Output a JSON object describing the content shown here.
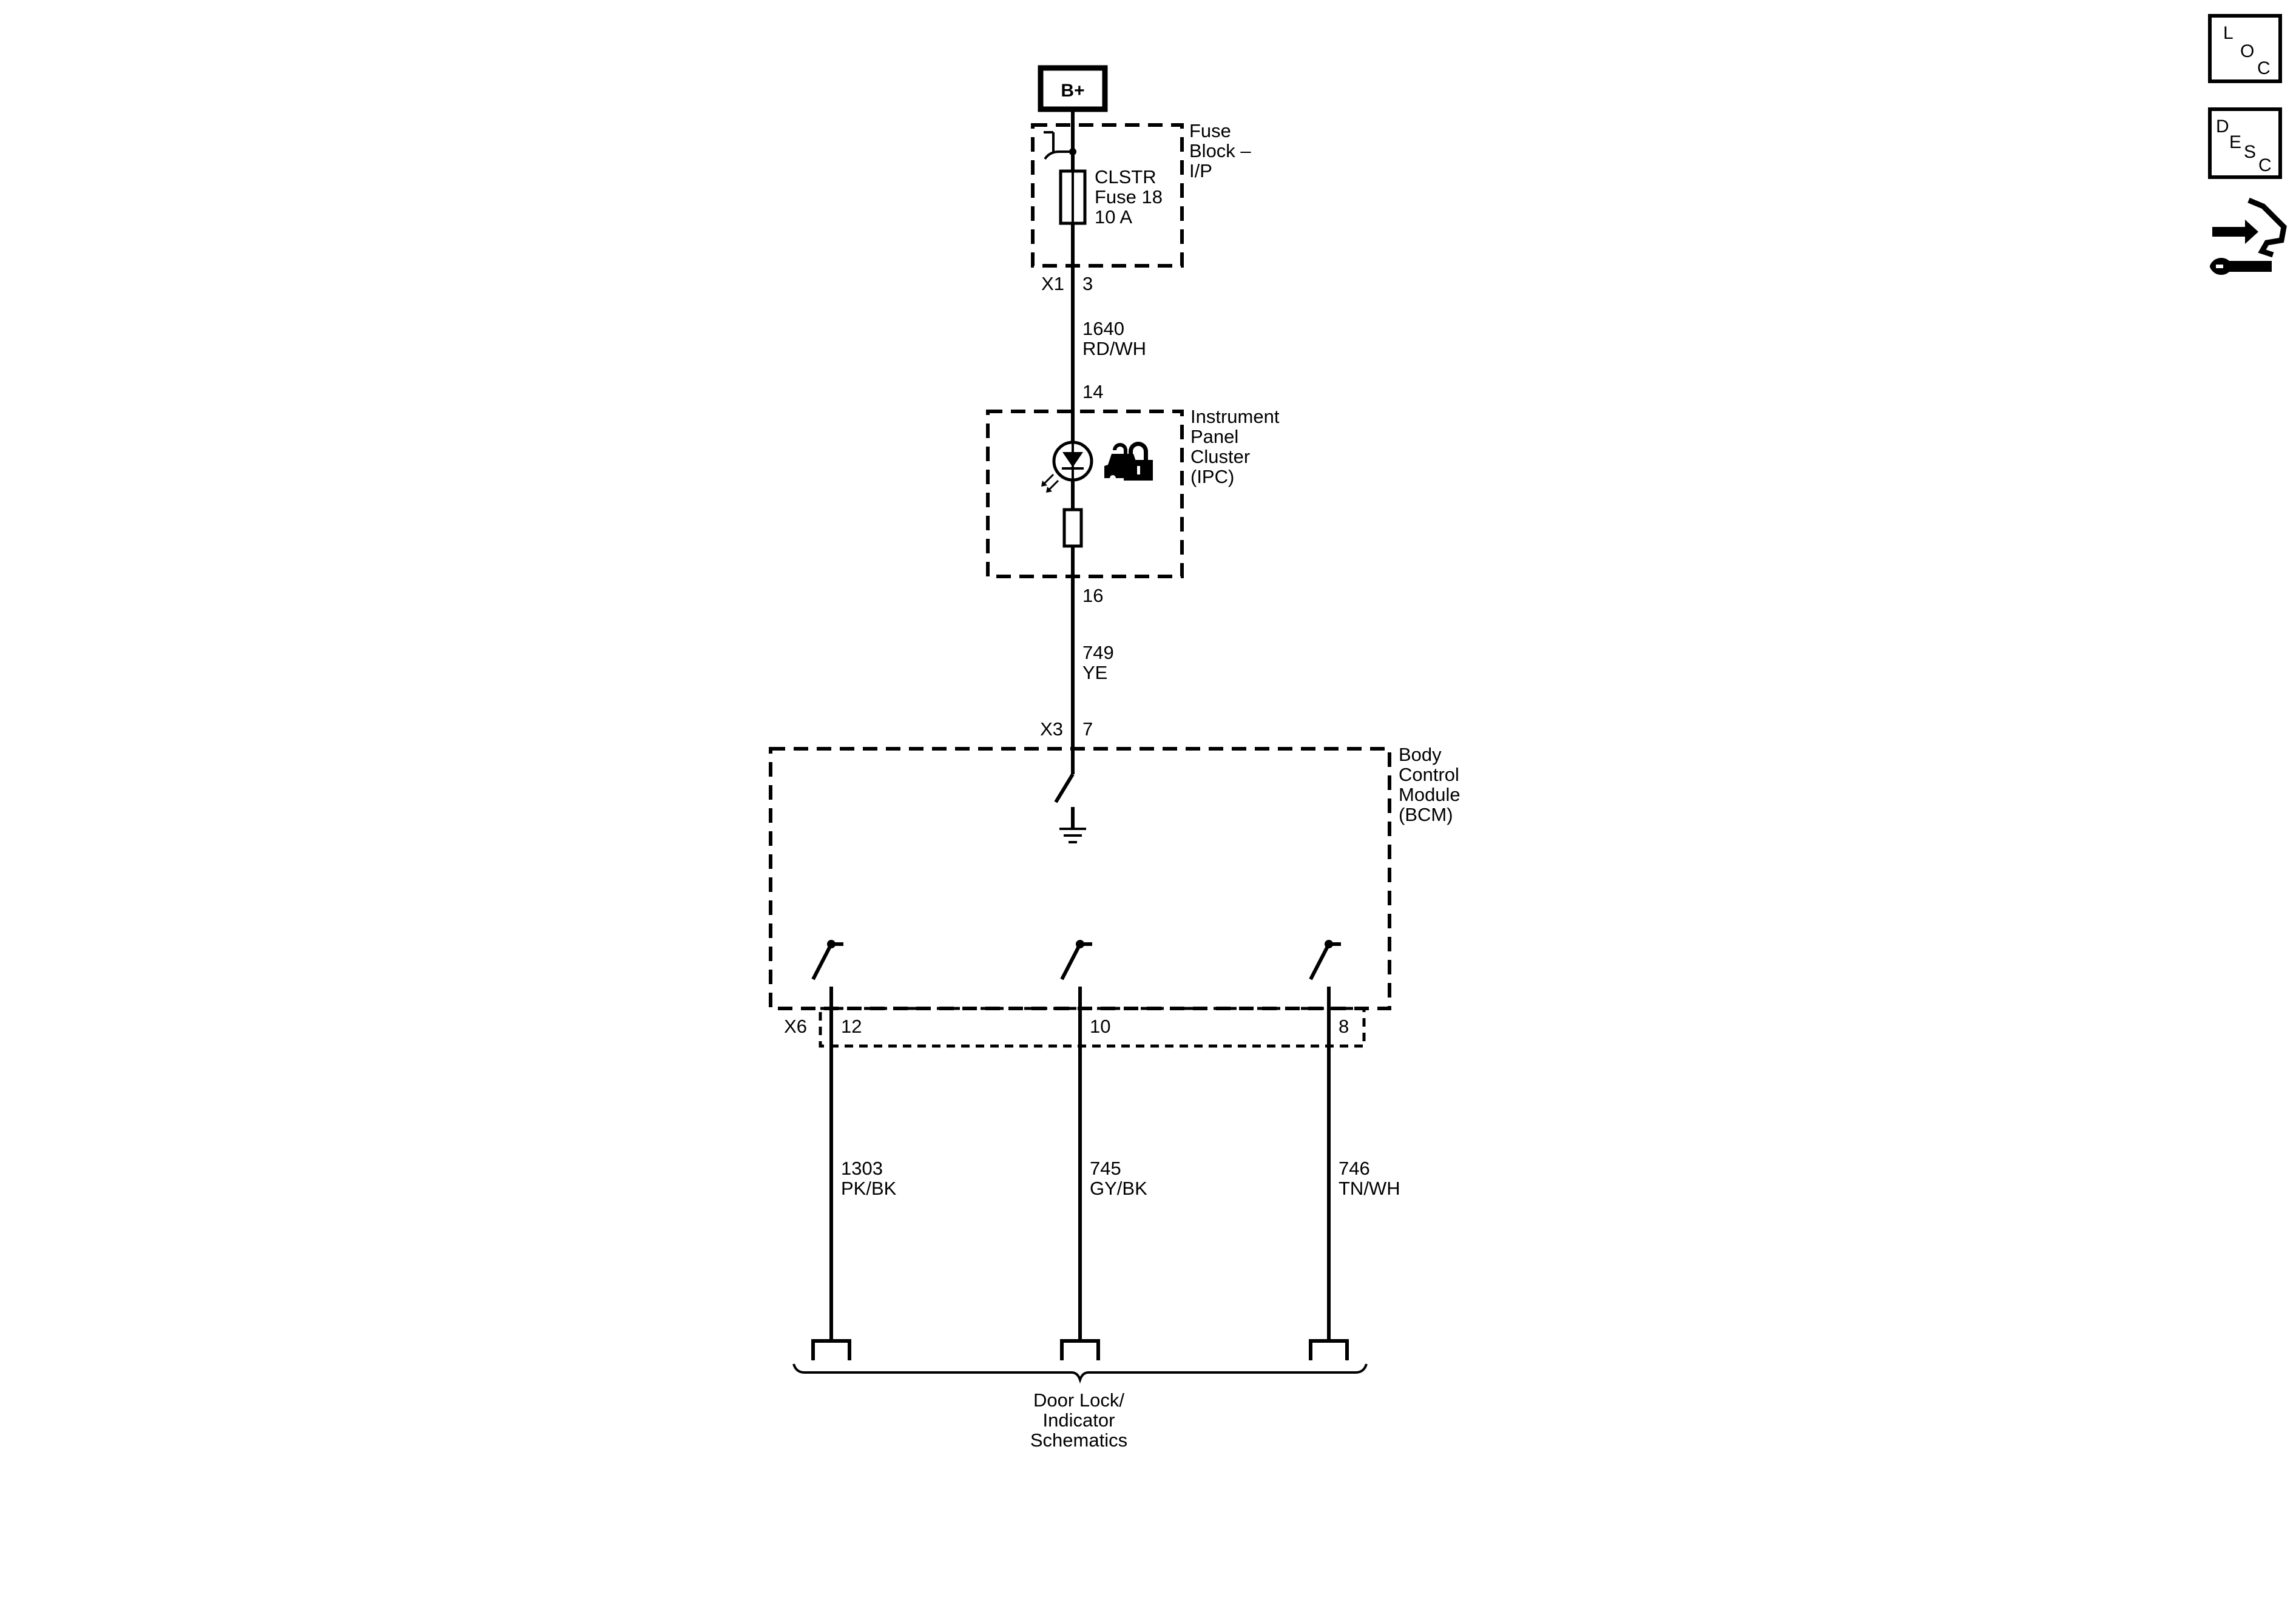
{
  "power_source": {
    "label": "B+"
  },
  "fuse_block": {
    "name_lines": [
      "Fuse",
      "Block –",
      "I/P"
    ],
    "fuse_lines": [
      "CLSTR",
      "Fuse 18",
      "10 A"
    ],
    "connector": "X1",
    "pin": "3"
  },
  "wire_1640": {
    "circuit": "1640",
    "color": "RD/WH"
  },
  "ipc": {
    "pin_in": "14",
    "pin_out": "16",
    "name_lines": [
      "Instrument",
      "Panel",
      "Cluster",
      "(IPC)"
    ]
  },
  "wire_749": {
    "circuit": "749",
    "color": "YE"
  },
  "bcm": {
    "connector_in": "X3",
    "pin_in": "7",
    "name_lines": [
      "Body",
      "Control",
      "Module",
      "(BCM)"
    ],
    "connector_out": "X6",
    "pins_out": [
      "12",
      "10",
      "8"
    ]
  },
  "output_wires": [
    {
      "circuit": "1303",
      "color": "PK/BK"
    },
    {
      "circuit": "745",
      "color": "GY/BK"
    },
    {
      "circuit": "746",
      "color": "TN/WH"
    }
  ],
  "reference": {
    "lines": [
      "Door Lock/",
      "Indicator",
      "Schematics"
    ]
  },
  "side_icons": {
    "loc": [
      "L",
      "O",
      "C"
    ],
    "desc": [
      "D",
      "E",
      "S",
      "C"
    ],
    "repair_icon": "connector-wrench-icon"
  }
}
